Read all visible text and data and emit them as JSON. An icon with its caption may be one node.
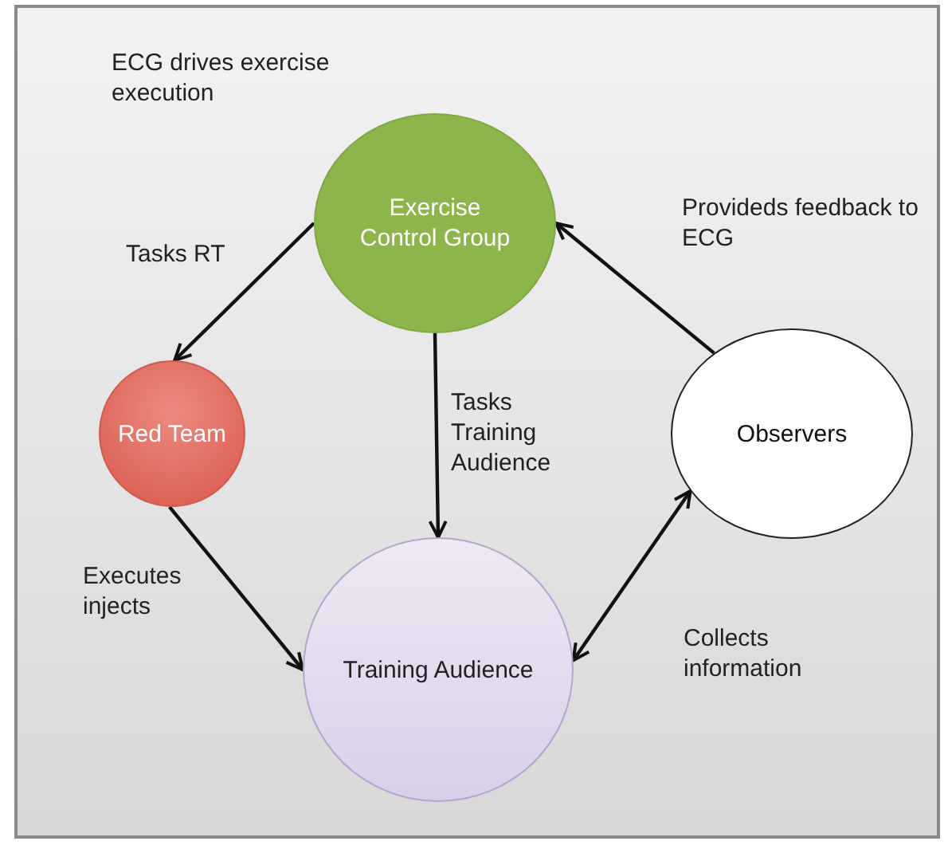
{
  "diagram": {
    "nodes": [
      {
        "text": [
          "Exercise Control Group"
        ]
      },
      {
        "text": [
          "Red Team"
        ]
      },
      {
        "text": [
          "Observers"
        ]
      },
      {
        "text": [
          "Training Audience"
        ]
      }
    ],
    "edges": [
      {
        "from": 0,
        "to": 1,
        "arrow": "to",
        "label": "Tasks RT"
      },
      {
        "from": 0,
        "to": 3,
        "arrow": "to",
        "label": "Tasks Training Audience"
      },
      {
        "from": 1,
        "to": 3,
        "arrow": "to",
        "label": "Executes injects"
      },
      {
        "from": 2,
        "to": 0,
        "arrow": "to",
        "label": "Provideds feedback to ECG"
      },
      {
        "from": 3,
        "to": 2,
        "arrow": "both",
        "label": "Collects information"
      }
    ],
    "labels": [
      "ECG drives exercise execution"
    ]
  }
}
